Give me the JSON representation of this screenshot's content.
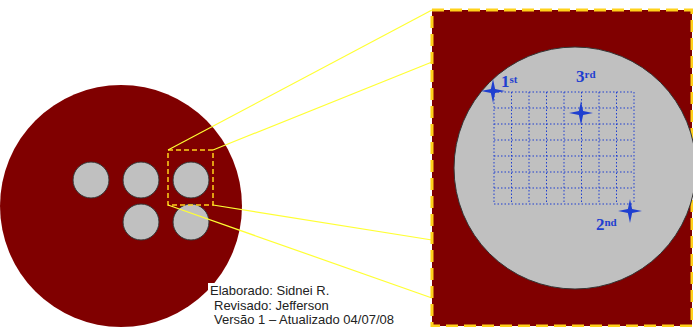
{
  "diagram": {
    "labels": [
      "1st",
      "3rd",
      "2nd",
      "Elaborado: Sidnei R.",
      "Revisado: Jefferson",
      "Versão 1 – Atualizado 04/07/08"
    ]
  }
}
